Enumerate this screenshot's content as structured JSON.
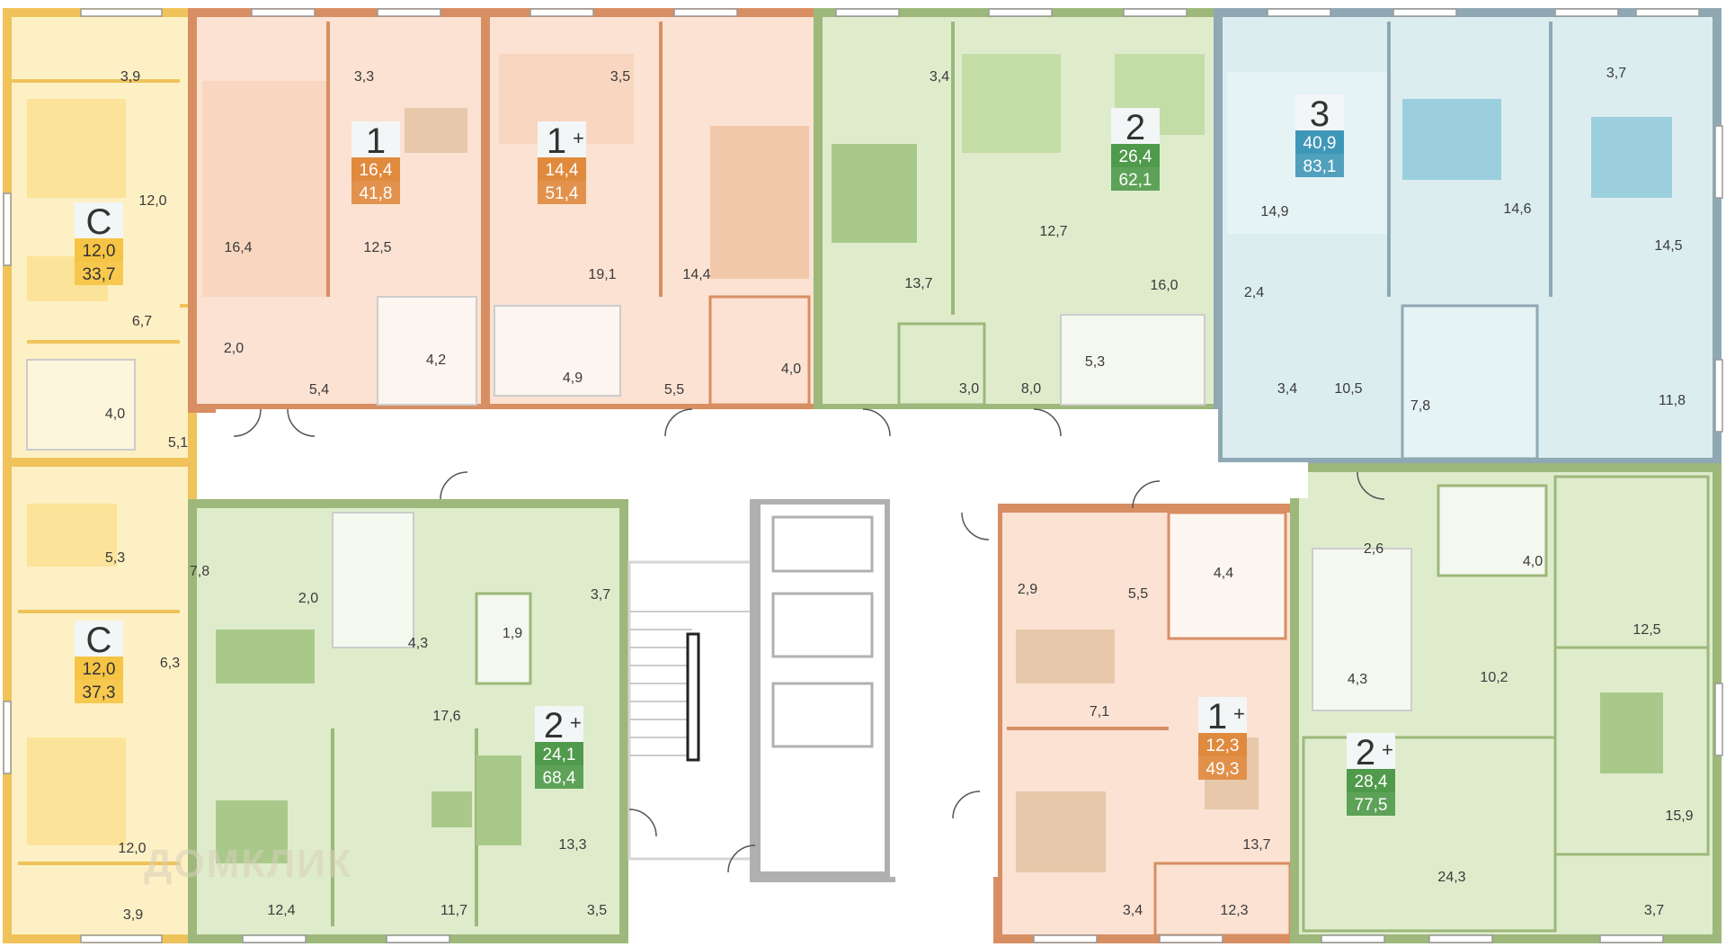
{
  "colors": {
    "yellow_fill": "#fdf0c4",
    "yellow_wall": "#efc35a",
    "peach_fill": "#fbe2d2",
    "peach_wall": "#d88e63",
    "green_fill": "#dfeccc",
    "green_wall": "#9db87a",
    "blue_fill": "#dcedf0",
    "blue_wall": "#8fa8b4",
    "core_wall": "#b0b0b0",
    "badge_orange": "#e08a3e",
    "badge_green": "#4f9a4b",
    "badge_blue": "#3f97b8",
    "badge_yellow": "#f6c445"
  },
  "apartments": [
    {
      "type": "С",
      "plus": "",
      "living": "12,0",
      "total": "33,7",
      "scheme": "yellow"
    },
    {
      "type": "1",
      "plus": "",
      "living": "16,4",
      "total": "41,8",
      "scheme": "peach"
    },
    {
      "type": "1",
      "plus": "+",
      "living": "14,4",
      "total": "51,4",
      "scheme": "peach"
    },
    {
      "type": "2",
      "plus": "",
      "living": "26,4",
      "total": "62,1",
      "scheme": "green"
    },
    {
      "type": "3",
      "plus": "",
      "living": "40,9",
      "total": "83,1",
      "scheme": "blue"
    },
    {
      "type": "С",
      "plus": "",
      "living": "12,0",
      "total": "37,3",
      "scheme": "yellow"
    },
    {
      "type": "2",
      "plus": "+",
      "living": "24,1",
      "total": "68,4",
      "scheme": "green"
    },
    {
      "type": "1",
      "plus": "+",
      "living": "12,3",
      "total": "49,3",
      "scheme": "peach"
    },
    {
      "type": "2",
      "plus": "+",
      "living": "28,4",
      "total": "77,5",
      "scheme": "green"
    }
  ],
  "room_areas": [
    "3,9",
    "12,0",
    "6,7",
    "4,0",
    "5,1",
    "2,0",
    "3,3",
    "16,4",
    "12,5",
    "4,2",
    "5,4",
    "3,5",
    "19,1",
    "14,4",
    "4,9",
    "5,5",
    "4,0",
    "3,4",
    "13,7",
    "3,0",
    "12,7",
    "16,0",
    "5,3",
    "8,0",
    "14,9",
    "2,4",
    "3,4",
    "10,5",
    "7,8",
    "3,7",
    "14,6",
    "14,5",
    "11,8",
    "5,3",
    "7,8",
    "2,0",
    "6,3",
    "12,0",
    "3,9",
    "1,9",
    "3,7",
    "4,3",
    "17,6",
    "12,4",
    "11,7",
    "13,3",
    "3,5",
    "2,9",
    "5,5",
    "4,4",
    "7,1",
    "12,3",
    "3,4",
    "13,7",
    "2,6",
    "4,0",
    "4,3",
    "12,5",
    "10,2",
    "15,9",
    "24,3",
    "3,7"
  ],
  "watermark": "ДОМКЛИК"
}
